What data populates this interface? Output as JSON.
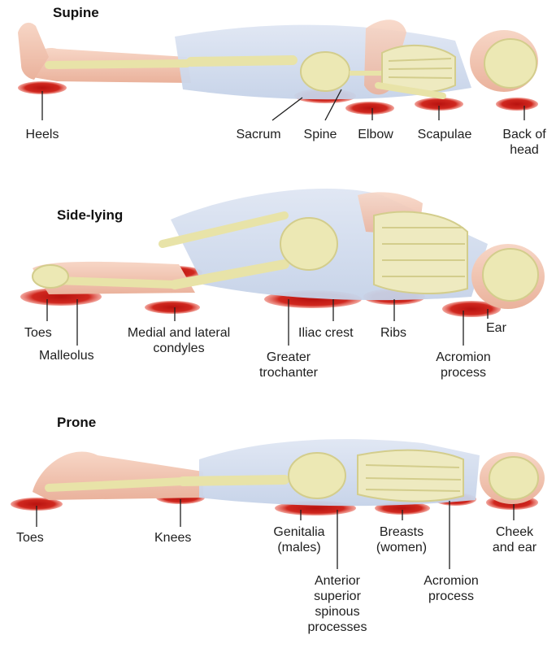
{
  "supine": {
    "title": "Supine",
    "labels": {
      "heels": "Heels",
      "sacrum": "Sacrum",
      "spine": "Spine",
      "elbow": "Elbow",
      "scapulae": "Scapulae",
      "back_of_head": "Back of\nhead"
    }
  },
  "side_lying": {
    "title": "Side-lying",
    "labels": {
      "toes": "Toes",
      "malleolus": "Malleolus",
      "condyles": "Medial and lateral\ncondyles",
      "iliac_crest": "Iliac crest",
      "ribs": "Ribs",
      "ear": "Ear",
      "greater_trochanter": "Greater\ntrochanter",
      "acromion": "Acromion\nprocess"
    }
  },
  "prone": {
    "title": "Prone",
    "labels": {
      "toes": "Toes",
      "knees": "Knees",
      "genitalia": "Genitalia\n(males)",
      "breasts": "Breasts\n(women)",
      "cheek_ear": "Cheek\nand ear",
      "asis": "Anterior\nsuperior\nspinous\nprocesses",
      "acromion": "Acromion\nprocess"
    }
  },
  "colors": {
    "pressure_red": "#c8201c",
    "skin": "#f1c2ad",
    "bone": "#ece8b4",
    "torso_blue": "#d2dcee"
  }
}
